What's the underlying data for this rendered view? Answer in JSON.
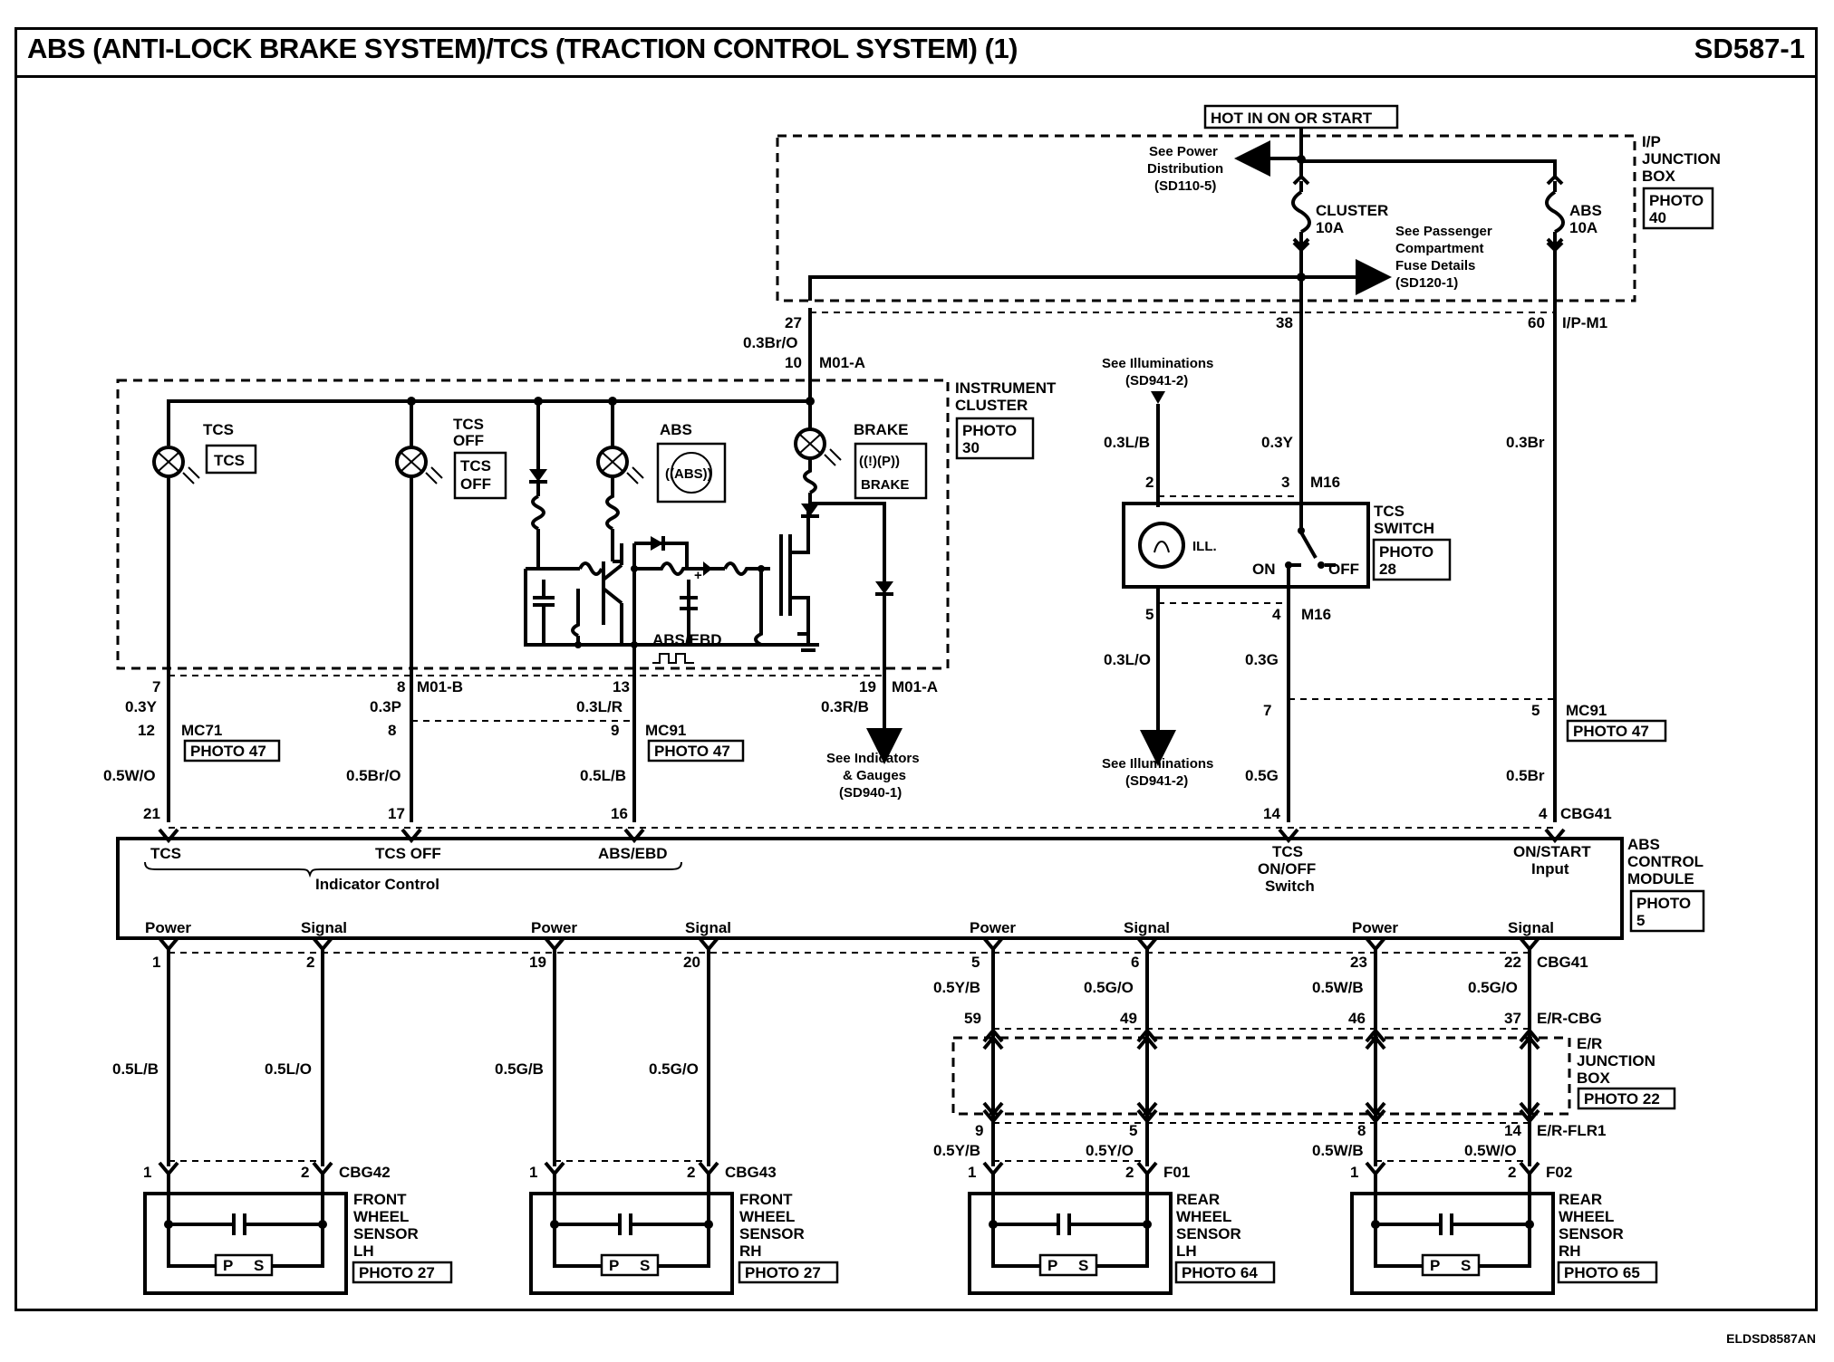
{
  "header": {
    "title": "ABS (ANTI-LOCK BRAKE SYSTEM)/TCS (TRACTION CONTROL SYSTEM) (1)",
    "code": "SD587-1"
  },
  "footer": {
    "code": "ELDSD8587AN"
  },
  "top": {
    "hot": "HOT IN ON OR START",
    "power_ref": [
      "See Power",
      "Distribution",
      "(SD110-5)"
    ],
    "cluster_fuse": [
      "CLUSTER",
      "10A"
    ],
    "abs_fuse": [
      "ABS",
      "10A"
    ],
    "fuse_ref": [
      "See Passenger",
      "Compartment",
      "Fuse Details",
      "(SD120-1)"
    ],
    "ip_box": [
      "I/P",
      "JUNCTION",
      "BOX"
    ],
    "ip_photo": [
      "PHOTO",
      "40"
    ]
  },
  "cluster": {
    "label": [
      "INSTRUMENT",
      "CLUSTER"
    ],
    "photo": [
      "PHOTO",
      "30"
    ],
    "tcs": "TCS",
    "tcs_off": [
      "TCS",
      "OFF"
    ],
    "abs": "ABS",
    "abs_icon": "((ABS))",
    "brake": "BRAKE",
    "brake_icon": "((!)(P))",
    "abs_ebd": "ABS/EBD",
    "pin_27": "27",
    "wire_27": "0.3Br/O",
    "pin_10": "10",
    "conn_m01a": "M01-A",
    "pin_7": "7",
    "pin_8": "8",
    "conn_m01b": "M01-B",
    "pin_13": "13",
    "pin_19": "19",
    "conn_m01a_2": "M01-A"
  },
  "mid": {
    "wire_03y": "0.3Y",
    "wire_03p": "0.3P",
    "wire_03lr": "0.3L/R",
    "wire_03rb": "0.3R/B",
    "pin_12": "12",
    "conn_mc71": "MC71",
    "photo_47a": "PHOTO 47",
    "pin_8b": "8",
    "pin_9": "9",
    "conn_mc91": "MC91",
    "photo_47b": "PHOTO 47",
    "indicators_ref": [
      "See Indicators",
      "& Gauges",
      "(SD940-1)"
    ],
    "wire_05wo": "0.5W/O",
    "wire_05bro": "0.5Br/O",
    "wire_05lb": "0.5L/B",
    "pin_21": "21",
    "pin_17": "17",
    "pin_16": "16"
  },
  "tcs_switch": {
    "pin_38": "38",
    "pin_60": "60",
    "conn_ipm1": "I/P-M1",
    "illum_ref1": [
      "See Illuminations",
      "(SD941-2)"
    ],
    "wire_03lb": "0.3L/B",
    "wire_03y": "0.3Y",
    "wire_03br": "0.3Br",
    "pin_2": "2",
    "pin_3": "3",
    "conn_m16": "M16",
    "label": [
      "TCS",
      "SWITCH"
    ],
    "photo": [
      "PHOTO",
      "28"
    ],
    "ill": "ILL.",
    "on": "ON",
    "off": "OFF",
    "pin_5": "5",
    "pin_4": "4",
    "conn_m16b": "M16",
    "wire_03lo": "0.3L/O",
    "wire_03g": "0.3G",
    "pin_7": "7",
    "pin_5b": "5",
    "conn_mc91": "MC91",
    "photo_47": "PHOTO 47",
    "illum_ref2": [
      "See Illuminations",
      "(SD941-2)"
    ],
    "wire_05g": "0.5G",
    "wire_05br": "0.5Br",
    "pin_14": "14",
    "pin_4b": "4",
    "conn_cbg41": "CBG41"
  },
  "module": {
    "tcs": "TCS",
    "tcs_off": "TCS OFF",
    "abs_ebd": "ABS/EBD",
    "indicator_control": "Indicator Control",
    "tcs_onoff": [
      "TCS",
      "ON/OFF",
      "Switch"
    ],
    "on_start": [
      "ON/START",
      "Input"
    ],
    "label": [
      "ABS",
      "CONTROL",
      "MODULE"
    ],
    "photo": [
      "PHOTO",
      "5"
    ],
    "bottom_labels": [
      "Power",
      "Signal",
      "Power",
      "Signal",
      "Power",
      "Signal",
      "Power",
      "Signal"
    ],
    "bottom_pins": [
      "1",
      "2",
      "19",
      "20",
      "5",
      "6",
      "23",
      "22"
    ],
    "conn_cbg41": "CBG41"
  },
  "sensors": {
    "wires_top": [
      "0.5L/B",
      "0.5L/O",
      "0.5G/B",
      "0.5G/O",
      "0.5Y/B",
      "0.5G/O",
      "0.5W/B",
      "0.5G/O"
    ],
    "er_pins_top": [
      "59",
      "49",
      "46",
      "37"
    ],
    "conn_ercbg": "E/R-CBG",
    "er_box": [
      "E/R",
      "JUNCTION",
      "BOX"
    ],
    "er_photo": "PHOTO 22",
    "er_pins_bottom": [
      "9",
      "5",
      "8",
      "14"
    ],
    "conn_erflr1": "E/R-FLR1",
    "wires_bottom": [
      "0.5Y/B",
      "0.5Y/O",
      "0.5W/B",
      "0.5W/O"
    ],
    "pin_1": "1",
    "pin_2": "2",
    "conns": [
      "CBG42",
      "CBG43",
      "F01",
      "F02"
    ],
    "names": [
      [
        "FRONT",
        "WHEEL",
        "SENSOR",
        "LH"
      ],
      [
        "FRONT",
        "WHEEL",
        "SENSOR",
        "RH"
      ],
      [
        "REAR",
        "WHEEL",
        "SENSOR",
        "LH"
      ],
      [
        "REAR",
        "WHEEL",
        "SENSOR",
        "RH"
      ]
    ],
    "photos": [
      "PHOTO 27",
      "PHOTO 27",
      "PHOTO 64",
      "PHOTO 65"
    ],
    "p": "P",
    "s": "S"
  }
}
